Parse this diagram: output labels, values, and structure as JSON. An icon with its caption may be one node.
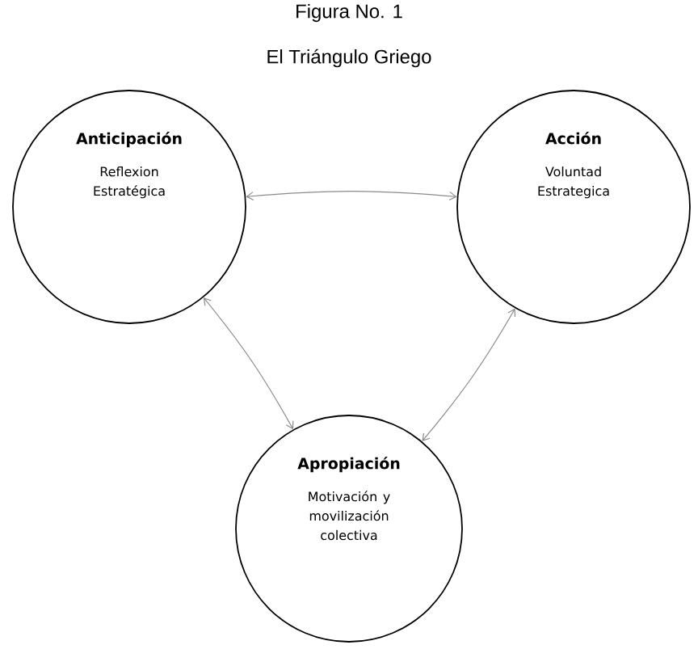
{
  "diagram": {
    "title": "El Triángulo Griego",
    "nodes": [
      {
        "text": [
          "Anticipación",
          "Reflexion Estratégica"
        ]
      },
      {
        "text": [
          "Acción",
          "Voluntad Estrategica"
        ]
      },
      {
        "text": [
          "Apropiación",
          "Motivación y movilización colectiva"
        ]
      }
    ],
    "edges": [
      {
        "from": 0,
        "to": 1,
        "arrow": "both"
      },
      {
        "from": 0,
        "to": 2,
        "arrow": "both"
      },
      {
        "from": 1,
        "to": 2,
        "arrow": "both"
      }
    ],
    "labels": [
      "Figura No. 1"
    ]
  }
}
